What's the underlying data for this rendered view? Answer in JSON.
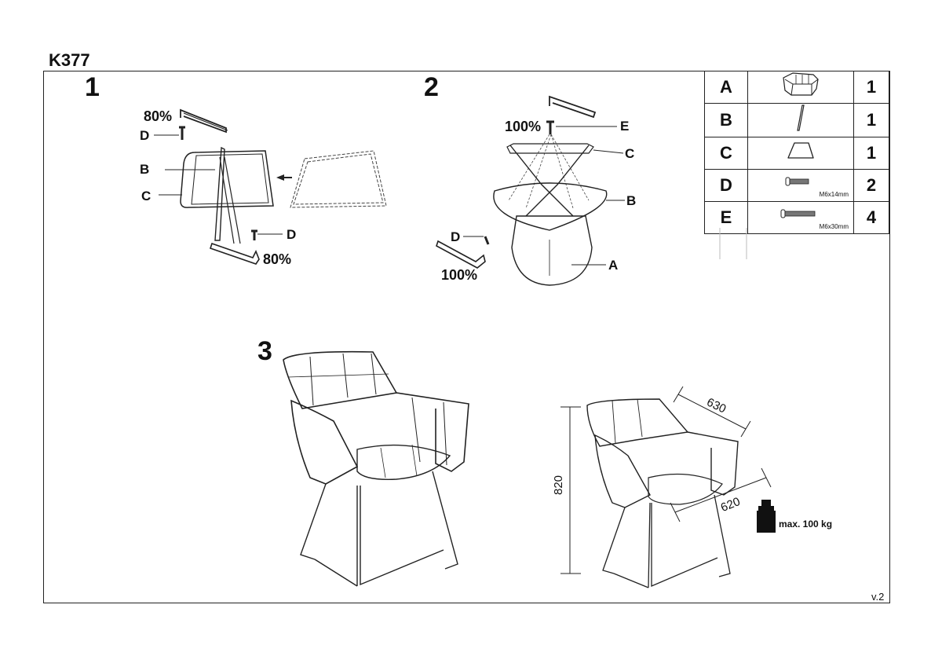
{
  "model": "K377",
  "version": "v.2",
  "steps": [
    "1",
    "2",
    "3"
  ],
  "parts": [
    {
      "letter": "A",
      "qty": "1",
      "spec": "",
      "icon": "chair-seat-icon"
    },
    {
      "letter": "B",
      "qty": "1",
      "spec": "",
      "icon": "leg-bar-icon"
    },
    {
      "letter": "C",
      "qty": "1",
      "spec": "",
      "icon": "frame-icon"
    },
    {
      "letter": "D",
      "qty": "2",
      "spec": "M6x14mm",
      "icon": "short-screw-icon"
    },
    {
      "letter": "E",
      "qty": "4",
      "spec": "M6x30mm",
      "icon": "long-screw-icon"
    }
  ],
  "step1": {
    "pct_top": "80%",
    "pct_bottom": "80%",
    "d_top": "D",
    "d_bottom": "D",
    "b": "B",
    "c": "C"
  },
  "step2": {
    "pct_top": "100%",
    "pct_bottom": "100%",
    "e": "E",
    "c": "C",
    "b": "B",
    "d": "D",
    "a": "A"
  },
  "dimensions": {
    "height": "820",
    "depth": "630",
    "width": "620",
    "max_load": "max. 100 kg"
  }
}
